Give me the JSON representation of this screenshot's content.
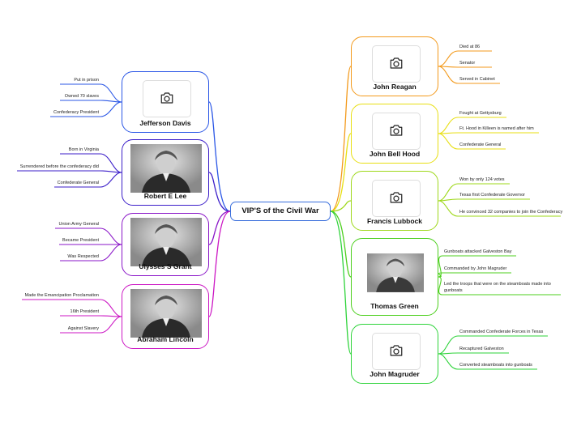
{
  "central": {
    "title": "VIP'S of the Civil War"
  },
  "left": [
    {
      "name": "Jefferson Davis",
      "image": "camera-placeholder-icon",
      "color": "#2b57e6",
      "facts": [
        "Put in prison",
        "Owned 70 slaves",
        "Confederacy President"
      ]
    },
    {
      "name": "Robert E Lee",
      "image": "portrait-photo",
      "color": "#3b1ec9",
      "facts": [
        "Born in Virginia",
        "Surrendered before the confederacy did",
        "Confederate General"
      ]
    },
    {
      "name": "Ulysses S Grant",
      "image": "portrait-photo",
      "color": "#8a16c8",
      "facts": [
        "Union Army General",
        "Became President",
        "Was Respected"
      ]
    },
    {
      "name": "Abraham Lincoln",
      "image": "portrait-photo",
      "color": "#cc17c4",
      "facts": [
        "Made the Emancipation Proclamation",
        "16th President",
        "Against Slavery"
      ]
    }
  ],
  "right": [
    {
      "name": "John Reagan",
      "image": "camera-placeholder-icon",
      "color": "#f39a1c",
      "facts": [
        "Died at 86",
        "Senator",
        "Served in Cabinet"
      ]
    },
    {
      "name": "John Bell Hood",
      "image": "camera-placeholder-icon",
      "color": "#e8df12",
      "facts": [
        "Fought at Gettysburg",
        "Ft. Hood in Killeen is named after him",
        "Confederate General"
      ]
    },
    {
      "name": "Francis Lubbock",
      "image": "camera-placeholder-icon",
      "color": "#9ed81a",
      "facts": [
        "Won by only 124 votes",
        "Texas first Confederate Governor",
        "He convinced 32 companies to join the Confederacy"
      ]
    },
    {
      "name": "Thomas Green",
      "image": "portrait-photo",
      "color": "#4ccf1d",
      "facts": [
        "Gunboats attacked  Galveston Bay",
        "Commanded by John Magruder",
        "Led the troops that were on the steamboats made into gunboats"
      ]
    },
    {
      "name": "John Magruder",
      "image": "camera-placeholder-icon",
      "color": "#2ed33a",
      "facts": [
        "Commanded Confederate Forces in Texas",
        "Recaptured Galveston",
        "Converted steamboats into gunboats"
      ]
    }
  ]
}
